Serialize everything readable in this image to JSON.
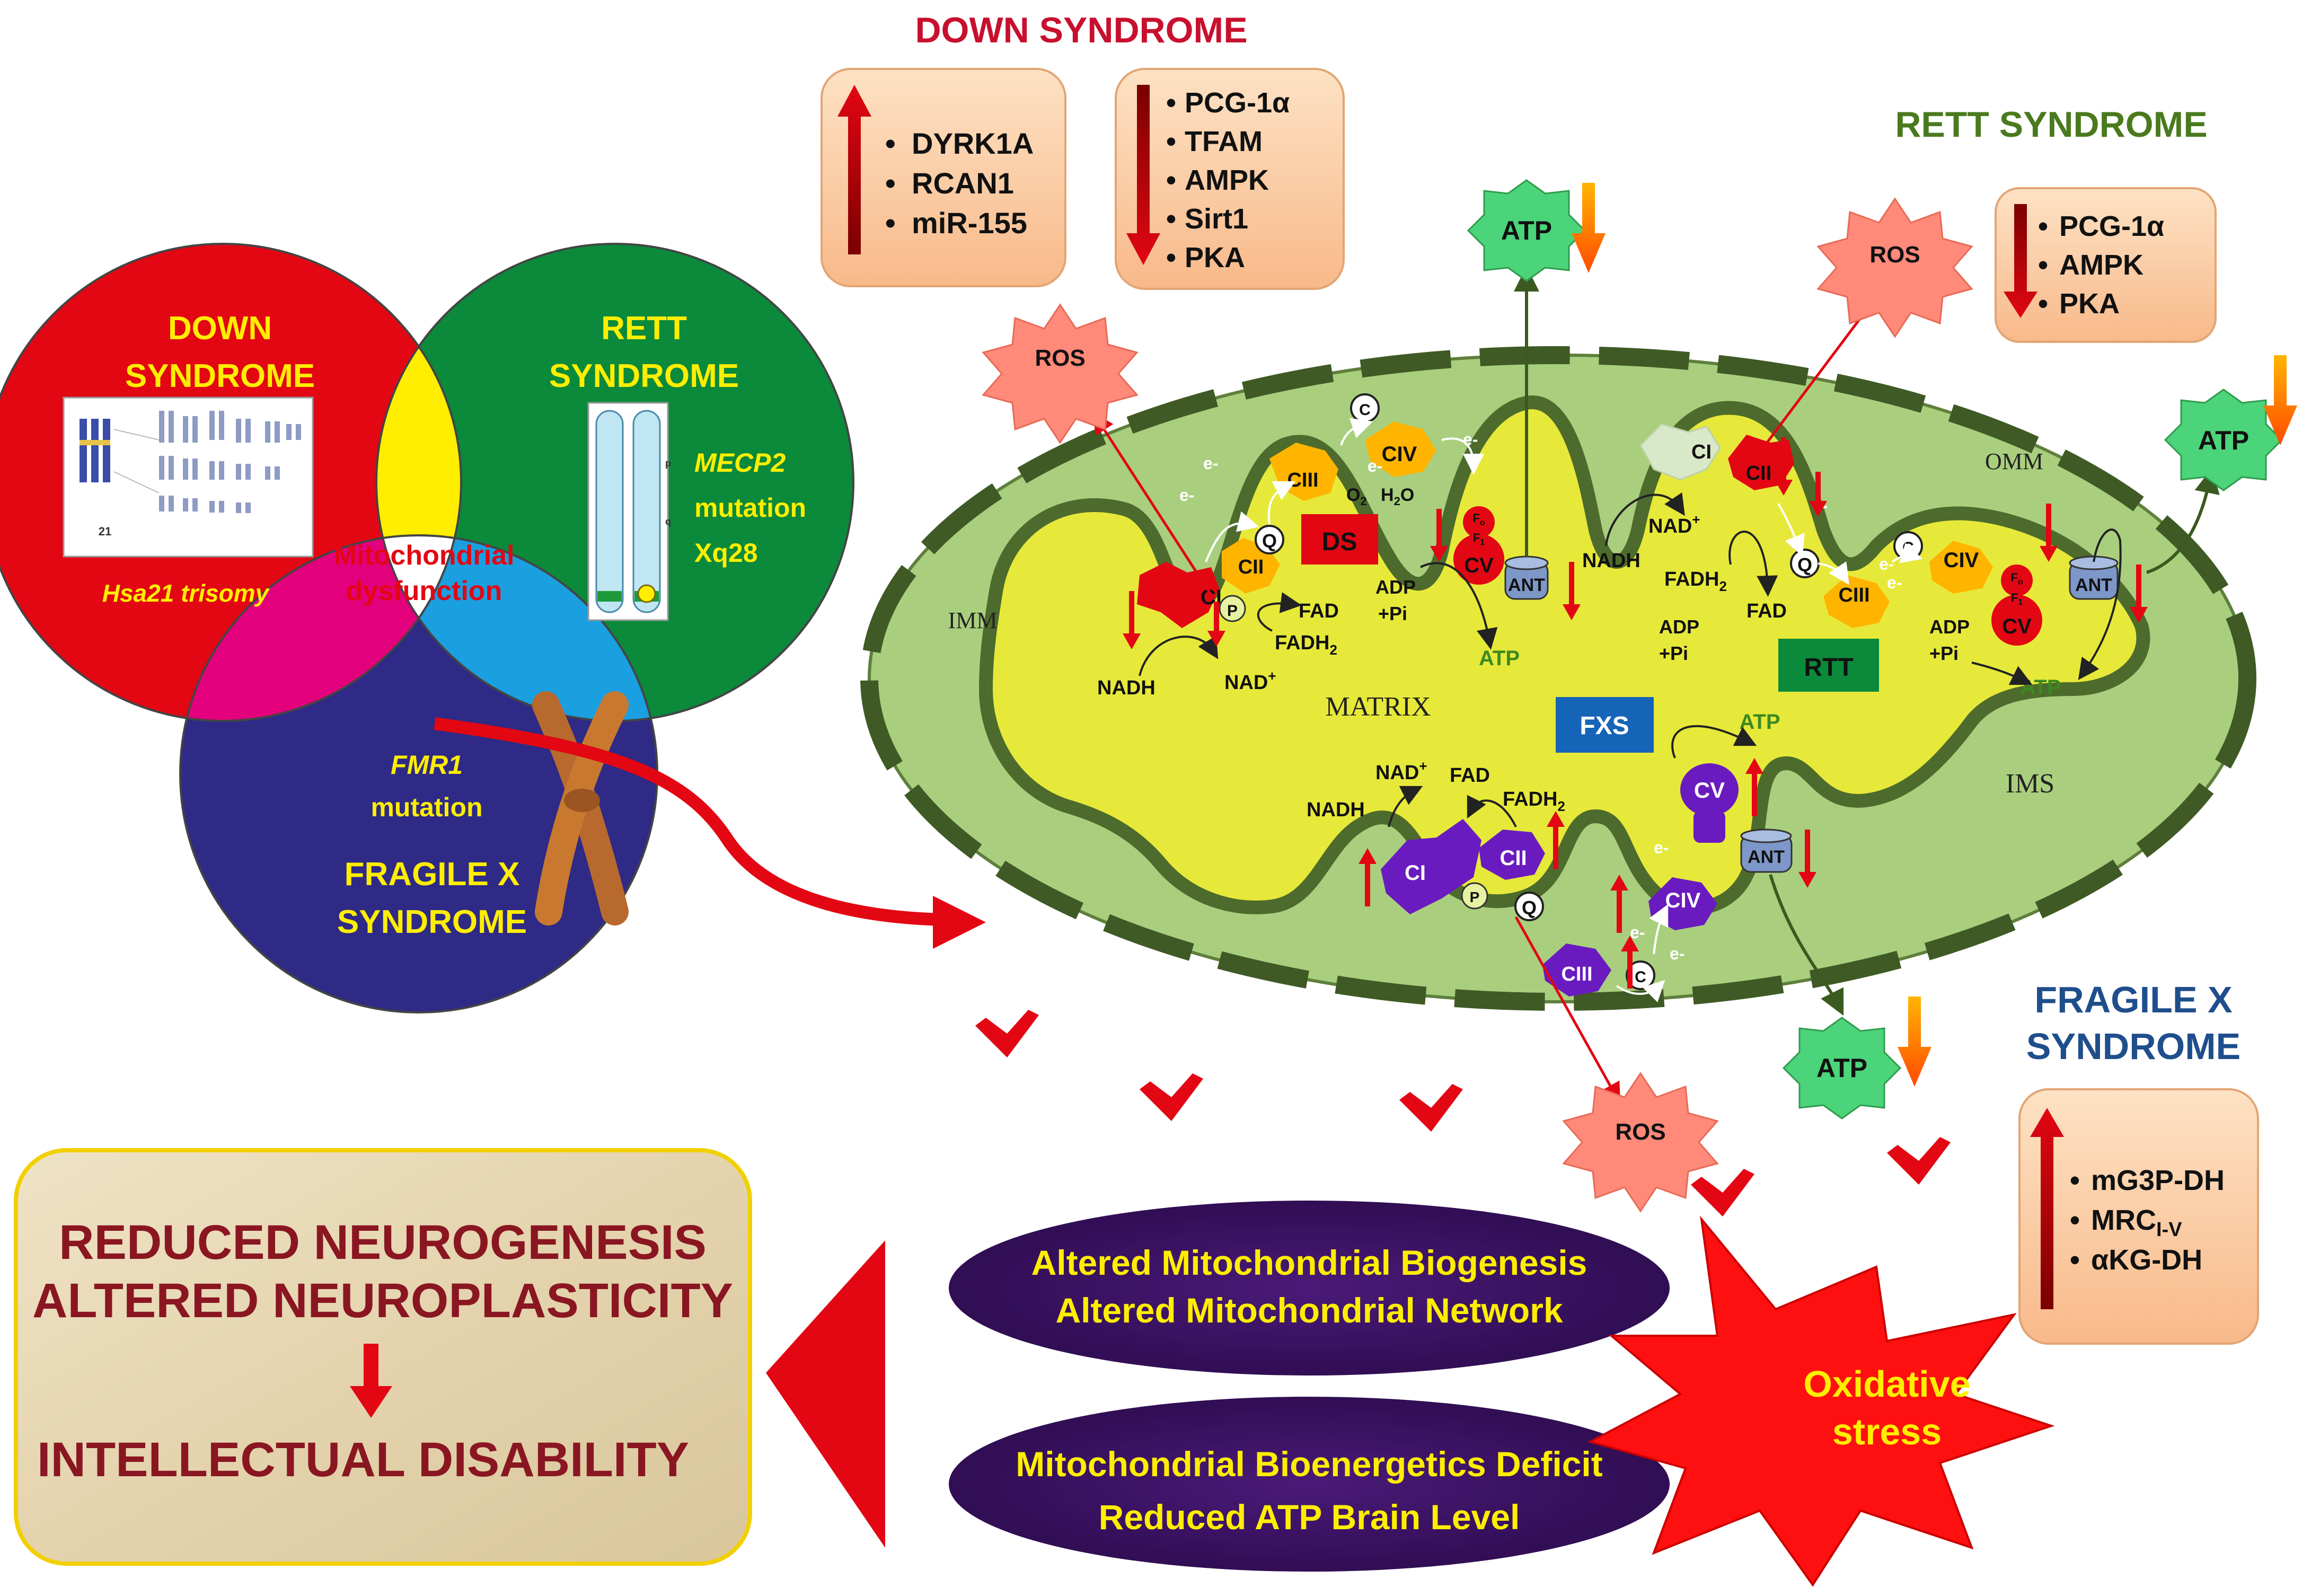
{
  "down": {
    "title": "DOWN SYNDROME",
    "up": [
      "DYRK1A",
      "RCAN1",
      "miR-155"
    ],
    "down": [
      "PCG-1α",
      "TFAM",
      "AMPK",
      "Sirt1",
      "PKA"
    ]
  },
  "rett": {
    "title": "RETT SYNDROME",
    "down": [
      "PCG-1α",
      "AMPK",
      "PKA"
    ]
  },
  "fxs": {
    "title1": "FRAGILE X",
    "title2": "SYNDROME",
    "up1": "mG3P-DH",
    "up2": "MRC",
    "up2_sub": "I-V",
    "up3": "αKG-DH"
  },
  "venn": {
    "ds1": "DOWN",
    "ds2": "SYNDROME",
    "rtt1": "RETT",
    "rtt2": "SYNDROME",
    "fx1": "FRAGILE X",
    "fx2": "SYNDROME",
    "center1": "Mitochondrial",
    "center2": "dysfunction",
    "hsa": "Hsa21 trisomy",
    "mecp1": "MECP2",
    "mecp2": "mutation",
    "mecp3": "Xq28",
    "fmr1": "FMR1",
    "fmr2": "mutation",
    "karyo_num": "21",
    "chrom_p": "p",
    "chrom_q": "q"
  },
  "mito": {
    "matrix": "MATRIX",
    "ims": "IMS",
    "omm": "OMM",
    "imm": "IMM",
    "ds": "DS",
    "rtt": "RTT",
    "fxs": "FXS",
    "atp": "ATP",
    "ros": "ROS",
    "nadh": "NADH",
    "nad": "NAD",
    "plus": "+",
    "fad": "FAD",
    "fadh": "FADH",
    "two": "2",
    "adp": "ADP",
    "pi": "+Pi",
    "o2": "O",
    "h2o": "H",
    "h2o_tail": "O",
    "ci": "CI",
    "cii": "CII",
    "ciii": "CIII",
    "civ": "CIV",
    "cv": "CV",
    "fo": "F",
    "fo_sub": "o",
    "f1": "F",
    "f1_sub": "1",
    "ant": "ANT",
    "q": "Q",
    "c": "C",
    "p": "P",
    "e": "e-"
  },
  "outcomes": {
    "bio1": "Altered Mitochondrial  Biogenesis",
    "bio2": "Altered Mitochondrial  Network",
    "en1": "Mitochondrial  Bioenergetics Deficit",
    "en2": "Reduced ATP Brain  Level",
    "ox1": "Oxidative",
    "ox2": "stress",
    "res1": "REDUCED NEUROGENESIS",
    "res2": "ALTERED NEUROPLASTICITY",
    "res3": "INTELLECTUAL DISABILITY"
  },
  "colors": {
    "red": "#e30613",
    "green": "#0a8a3a",
    "yellow": "#ffee00",
    "blue": "#1a9fe0",
    "magenta": "#e3007d",
    "navy": "#2e2a86",
    "mito_green": "#a9cf7e",
    "matrix_yellow": "#e7e93a",
    "membrane": "#4d6b2c",
    "box": "#fbd0a6",
    "purple": "#6a1bbf",
    "orange": "#ffb400"
  }
}
